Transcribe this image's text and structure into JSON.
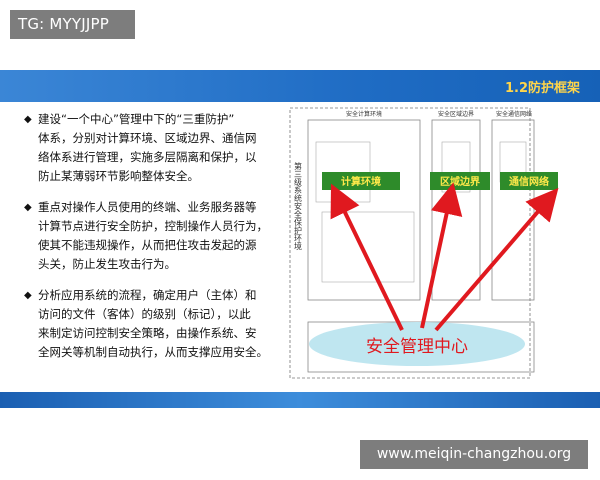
{
  "watermark_top": "TG: MYYJJPP",
  "watermark_bottom": "www.meiqin-changzhou.org",
  "slide": {
    "title": "1.2防护框架",
    "bullets": [
      {
        "marker": "◆",
        "lines": [
          "建设“一个中心”管理中下的“三重防护”",
          "体系，分别对计算环境、区域边界、通信网",
          "络体系进行管理，实施多层隔离和保护，以",
          "防止某薄弱环节影响整体安全。"
        ]
      },
      {
        "marker": "◆",
        "lines": [
          "重点对操作人员使用的终端、业务服务器等",
          "计算节点进行安全防护，控制操作人员行为，",
          "使其不能违规操作，从而把住攻击发起的源",
          "头关，防止发生攻击行为。"
        ]
      },
      {
        "marker": "◆",
        "lines": [
          "分析应用系统的流程，确定用户（主体）和",
          "访问的文件（客体）的级别（标记），以此",
          "来制定访问控制安全策略，由操作系统、安",
          "全网关等机制自动执行，从而支撑应用安全。"
        ]
      }
    ]
  },
  "diagram": {
    "side_label": "第三级系统安全保护环境",
    "top_labels": [
      "安全计算环境",
      "安全区域边界",
      "安全通信网络"
    ],
    "green_boxes": [
      "计算环境",
      "区域边界",
      "通信网络"
    ],
    "center_label": "安全管理中心",
    "colors": {
      "green": "#2e8b2a",
      "green_text": "#ffe94a",
      "arrow": "#e0191f",
      "ellipse": "#bfe6f0",
      "center_text": "#e0191f"
    }
  }
}
